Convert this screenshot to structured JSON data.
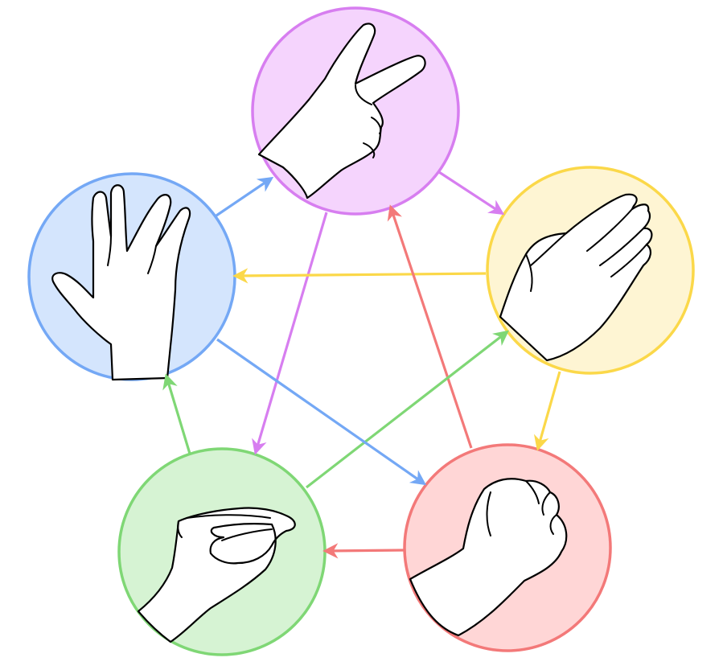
{
  "gestures": [
    {
      "id": "scissors",
      "icon": "scissors-hand-icon",
      "fill": "#f5d4fd",
      "stroke": "#d77ef0"
    },
    {
      "id": "paper",
      "icon": "paper-hand-icon",
      "fill": "#fef5d3",
      "stroke": "#fbd849"
    },
    {
      "id": "rock",
      "icon": "rock-fist-icon",
      "fill": "#ffd6d6",
      "stroke": "#f37979"
    },
    {
      "id": "lizard",
      "icon": "lizard-hand-icon",
      "fill": "#d6f3d3",
      "stroke": "#7fd775"
    },
    {
      "id": "spock",
      "icon": "spock-vulcan-salute-icon",
      "fill": "#d4e5fd",
      "stroke": "#74a8f5"
    }
  ],
  "beats": [
    {
      "from": "scissors",
      "to": "paper",
      "color": "#d77ef0"
    },
    {
      "from": "scissors",
      "to": "lizard",
      "color": "#d77ef0"
    },
    {
      "from": "paper",
      "to": "rock",
      "color": "#fbd849"
    },
    {
      "from": "paper",
      "to": "spock",
      "color": "#fbd849"
    },
    {
      "from": "rock",
      "to": "lizard",
      "color": "#f37979"
    },
    {
      "from": "rock",
      "to": "scissors",
      "color": "#f37979"
    },
    {
      "from": "lizard",
      "to": "spock",
      "color": "#7fd775"
    },
    {
      "from": "lizard",
      "to": "paper",
      "color": "#7fd775"
    },
    {
      "from": "spock",
      "to": "scissors",
      "color": "#74a8f5"
    },
    {
      "from": "spock",
      "to": "rock",
      "color": "#74a8f5"
    }
  ]
}
